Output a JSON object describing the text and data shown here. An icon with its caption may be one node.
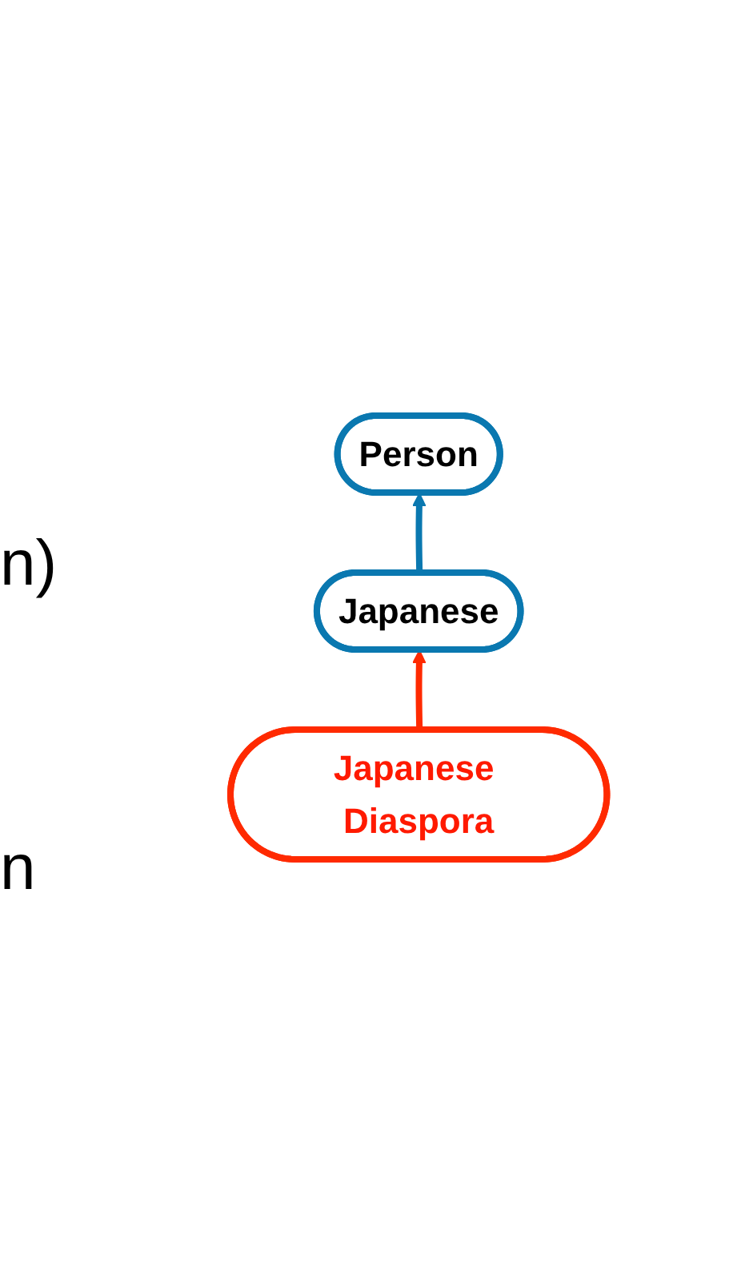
{
  "diagram": {
    "nodes": [
      {
        "text": [
          "Person"
        ]
      },
      {
        "text": [
          "Japanese"
        ]
      },
      {
        "text": [
          "Japanese Diaspora"
        ]
      }
    ],
    "edges": [
      {
        "from": 1,
        "to": 0,
        "arrow": "to"
      },
      {
        "from": 2,
        "to": 1,
        "arrow": "to",
        "color": "#ff2a00"
      }
    ],
    "labels": [
      "n)",
      "n"
    ]
  }
}
